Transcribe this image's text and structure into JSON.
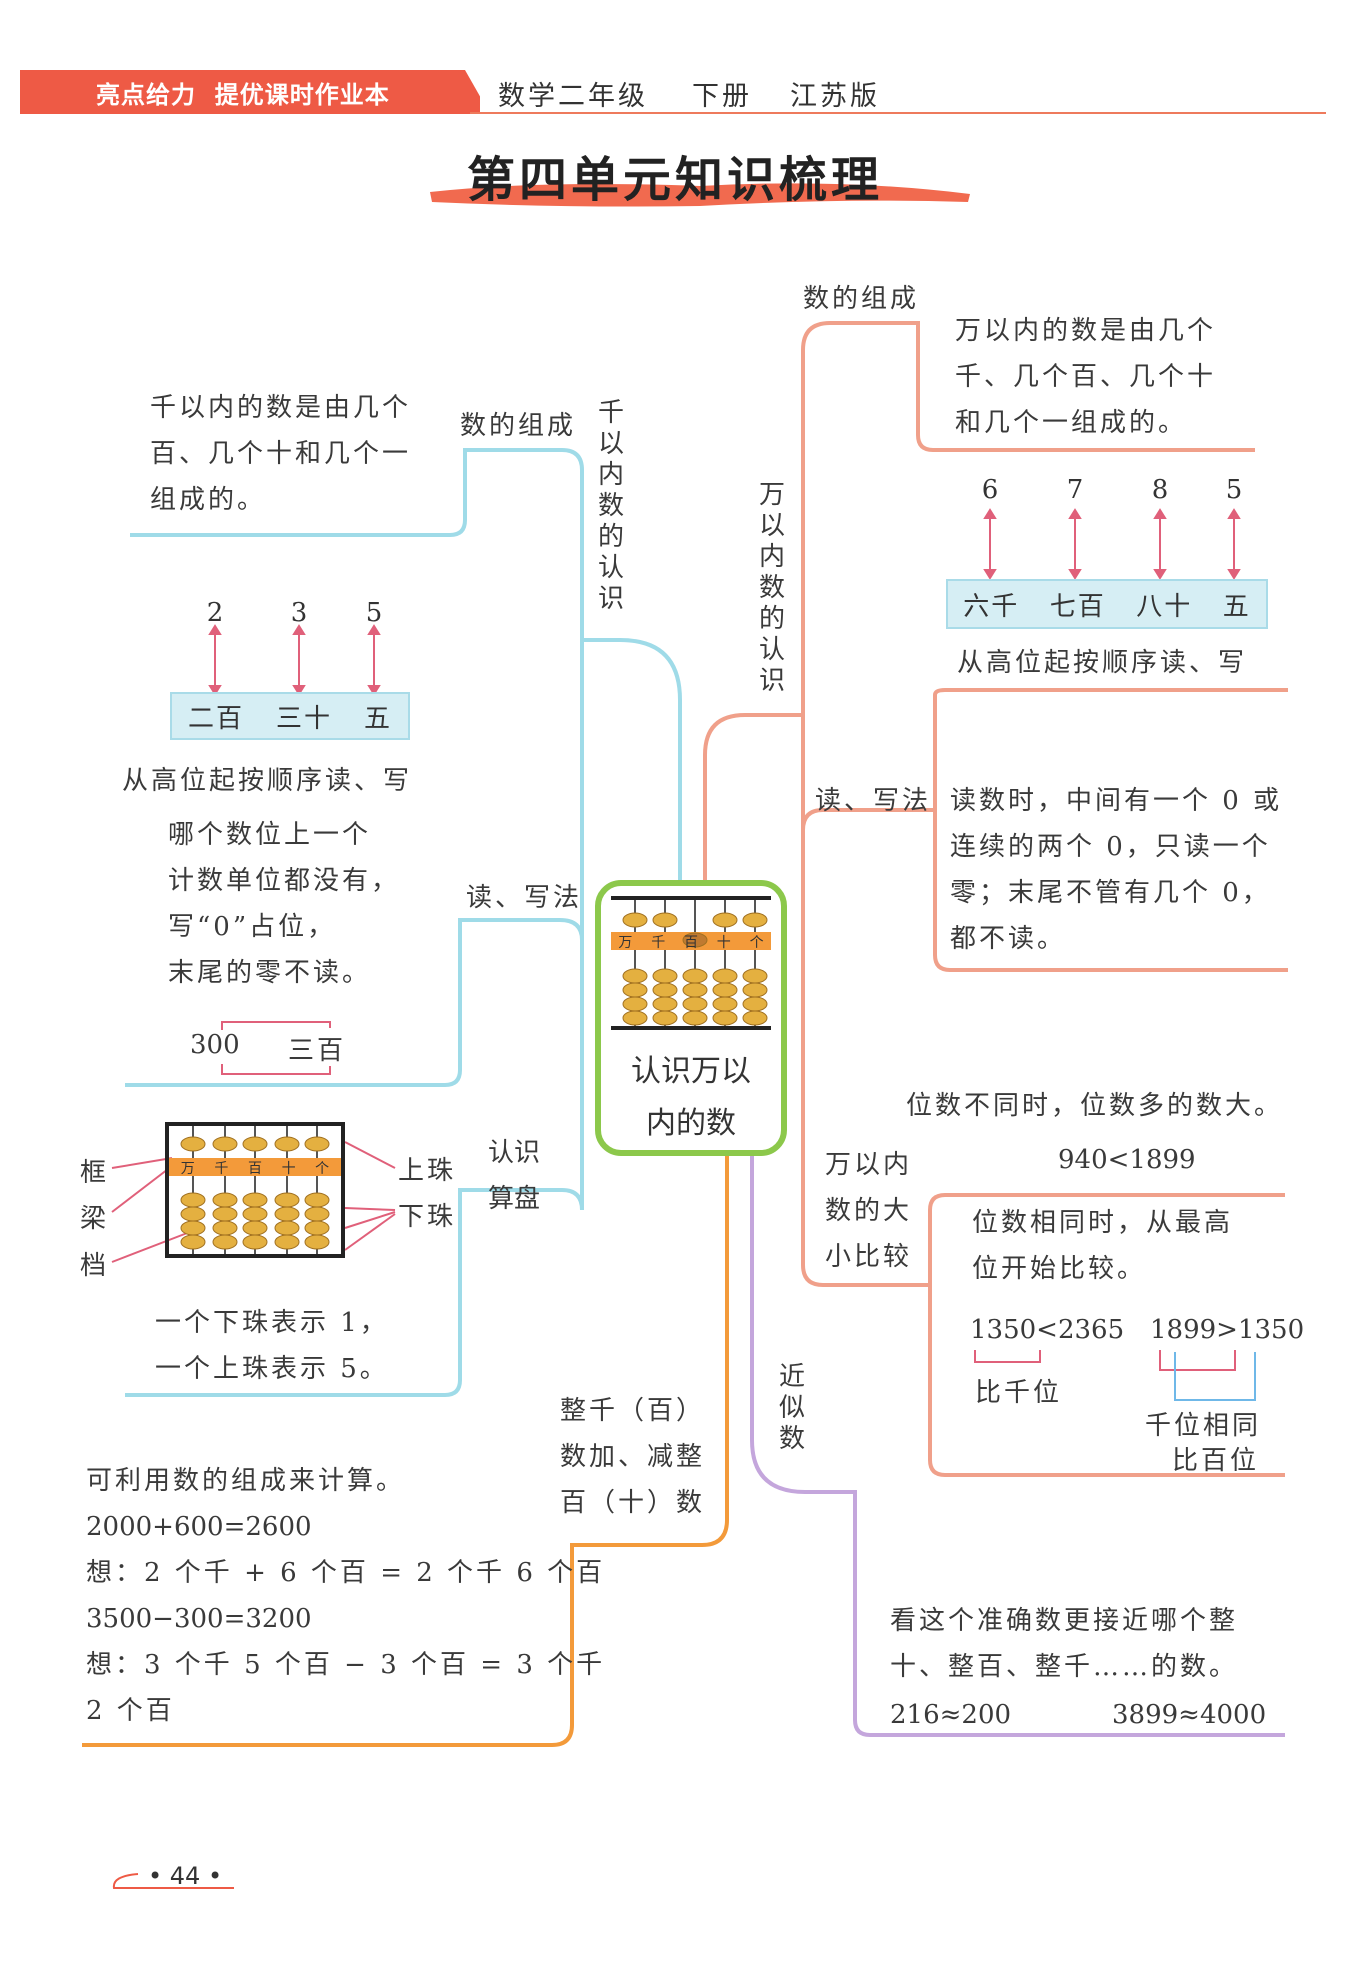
{
  "header": {
    "brand": "亮点给力  提优课时作业本",
    "subject": "数学二年级",
    "volume": "下册",
    "edition": "江苏版"
  },
  "title": "第四单元知识梳理",
  "center": {
    "label_line1": "认识万以",
    "label_line2": "内的数",
    "rod_labels": [
      "万",
      "千",
      "百",
      "十",
      "个"
    ]
  },
  "left": {
    "branch_thousand": "千以内数的认识",
    "composition": {
      "label": "数的组成",
      "text": [
        "千以内的数是由几个",
        "百、几个十和几个一",
        "组成的。"
      ]
    },
    "place_example": {
      "digits": [
        "2",
        "3",
        "5"
      ],
      "places": [
        "二百",
        "三十",
        "五"
      ],
      "rule": "从高位起按顺序读、写"
    },
    "read_write": {
      "label": "读、写法",
      "text": [
        "哪个数位上一个",
        "计数单位都没有，",
        "写“0”占位，",
        "末尾的零不读。"
      ],
      "example_num": "300",
      "example_word": "三百"
    },
    "abacus": {
      "label": "认识算盘",
      "parts": [
        "框",
        "梁",
        "档"
      ],
      "bead_labels": [
        "上珠",
        "下珠"
      ],
      "rod_labels": [
        "万",
        "千",
        "百",
        "十",
        "个"
      ],
      "text": [
        "一个下珠表示 1，",
        "一个上珠表示 5。"
      ]
    },
    "calc": {
      "label": "整千（百）数加、减整百（十）数",
      "label_lines": [
        "整千（百）",
        "数加、减整",
        "百（十）数"
      ],
      "lines": [
        "可利用数的组成来计算。",
        "2000+600=2600",
        "想：2 个千 + 6 个百 = 2 个千 6 个百",
        "3500−300=3200",
        "想：3 个千 5 个百 − 3 个百 = 3 个千",
        "2 个百"
      ]
    }
  },
  "right": {
    "branch_ten_thousand": "万以内数的认识",
    "composition": {
      "label": "数的组成",
      "text": [
        "万以内的数是由几个",
        "千、几个百、几个十",
        "和几个一组成的。"
      ]
    },
    "place_example": {
      "digits": [
        "6",
        "7",
        "8",
        "5"
      ],
      "places": [
        "六千",
        "七百",
        "八十",
        "五"
      ],
      "rule": "从高位起按顺序读、写"
    },
    "read_write": {
      "label": "读、写法",
      "text": [
        "读数时，中间有一个 0 或",
        "连续的两个 0，只读一个",
        "零；末尾不管有几个 0，",
        "都不读。"
      ]
    },
    "compare": {
      "label_lines": [
        "万以内",
        "数的大",
        "小比较"
      ],
      "diff_digits": "位数不同时，位数多的数大。",
      "diff_example": "940<1899",
      "same_digits": [
        "位数相同时，从最高",
        "位开始比较。"
      ],
      "ex1": "1350<2365",
      "ex1_note": "比千位",
      "ex2": "1899>1350",
      "ex2_note_line1": "千位相同",
      "ex2_note_line2": "比百位"
    },
    "approx": {
      "label": "近似数",
      "text": [
        "看这个准确数更接近哪个整",
        "十、整百、整千……的数。"
      ],
      "ex1": "216≈200",
      "ex2": "3899≈4000"
    }
  },
  "footer": {
    "page": "• 44 •"
  },
  "colors": {
    "header_red": "#ee5a45",
    "cyan": "#9fdbe8",
    "salmon": "#f0a08a",
    "orange": "#f39a3a",
    "purple": "#c4a6dc",
    "green": "#8cc84b"
  }
}
